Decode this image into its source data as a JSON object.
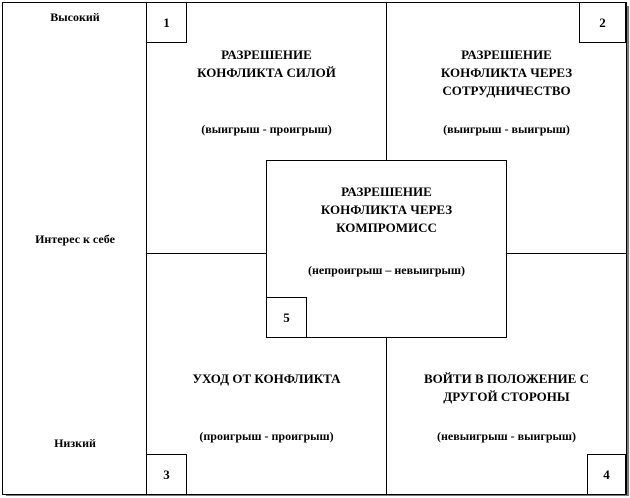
{
  "axis": {
    "label": "Интерес к себе",
    "high": "Высокий",
    "low": "Низкий"
  },
  "quadrants": {
    "q1": {
      "number": "1",
      "title": "РАЗРЕШЕНИЕ\nКОНФЛИКТА СИЛОЙ",
      "subtitle": "(выигрыш - проигрыш)"
    },
    "q2": {
      "number": "2",
      "title": "РАЗРЕШЕНИЕ\nКОНФЛИКТА ЧЕРЕЗ\nСОТРУДНИЧЕСТВО",
      "subtitle": "(выигрыш - выигрыш)"
    },
    "q3": {
      "number": "3",
      "title": "УХОД ОТ КОНФЛИКТА",
      "subtitle": "(проигрыш - проигрыш)"
    },
    "q4": {
      "number": "4",
      "title": "ВОЙТИ В ПОЛОЖЕНИЕ С\nДРУГОЙ СТОРОНЫ",
      "subtitle": "(невыигрыш - выигрыш)"
    },
    "center": {
      "number": "5",
      "title": "РАЗРЕШЕНИЕ\nКОНФЛИКТА ЧЕРЕЗ\nКОМПРОМИСС",
      "subtitle": "(непроигрыш – невыигрыш)"
    }
  }
}
